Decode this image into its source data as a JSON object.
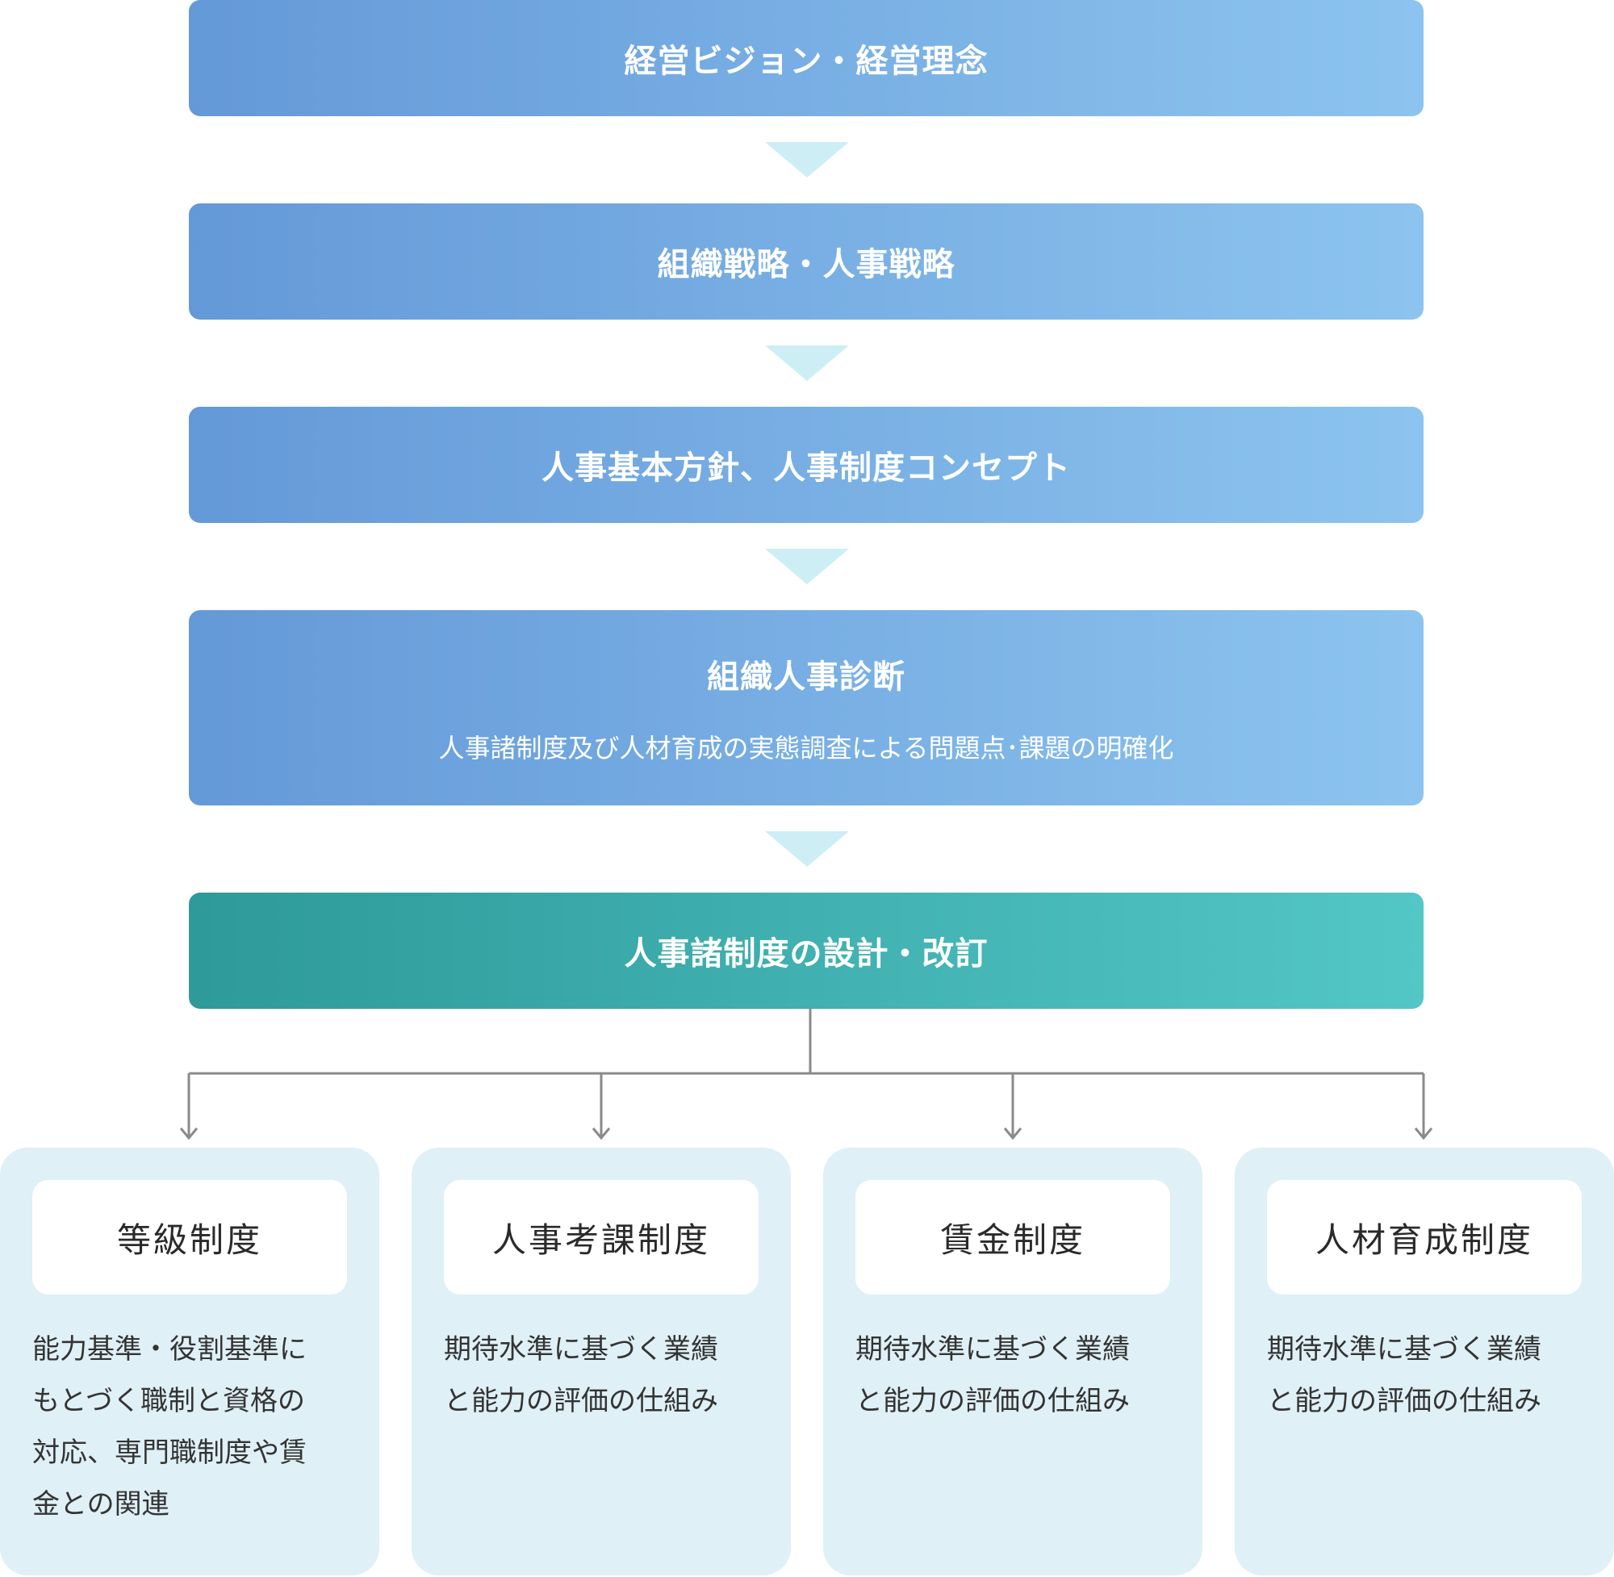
{
  "stages": [
    {
      "title": "経営ビジョン・経営理念"
    },
    {
      "title": "組織戦略・人事戦略"
    },
    {
      "title": "人事基本方針、人事制度コンセプト"
    },
    {
      "title": "組織人事診断",
      "subtitle": "人事諸制度及び人材育成の実態調査による問題点･課題の明確化"
    },
    {
      "title": "人事諸制度の設計・改訂"
    }
  ],
  "systems": [
    {
      "title": "等級制度",
      "description": "能力基準・役割基準に\nもとづく職制と資格の\n対応、専門職制度や賃\n金との関連"
    },
    {
      "title": "人事考課制度",
      "description": "期待水準に基づく業績\nと能力の評価の仕組み"
    },
    {
      "title": "賃金制度",
      "description": "期待水準に基づく業績\nと能力の評価の仕組み"
    },
    {
      "title": "人材育成制度",
      "description": "期待水準に基づく業績\nと能力の評価の仕組み"
    }
  ],
  "colors": {
    "stage_gradient_start": "#6499d8",
    "stage_gradient_end": "#8cc4ef",
    "final_gradient_start": "#2e9a9a",
    "final_gradient_end": "#53c6c6",
    "arrow": "#cdeef5",
    "connector": "#8a8a8a",
    "card_background": "#dff0f6"
  }
}
